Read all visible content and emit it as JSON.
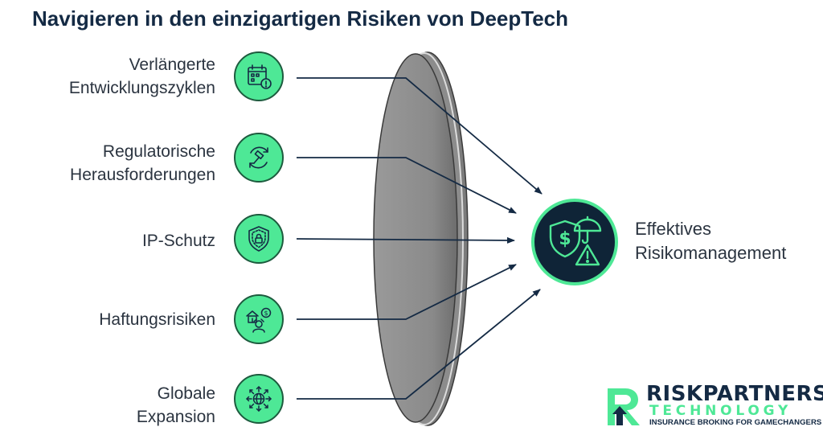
{
  "title": "Navigieren in den einzigartigen Risiken von DeepTech",
  "inputs": [
    {
      "label": "Verlängerte\nEntwicklungszyklen",
      "icon": "calendar-alert-icon"
    },
    {
      "label": "Regulatorische\nHerausforderungen",
      "icon": "gavel-cycle-icon"
    },
    {
      "label": "IP-Schutz",
      "icon": "shield-lock-icon"
    },
    {
      "label": "Haftungsrisiken",
      "icon": "property-liability-icon"
    },
    {
      "label": "Globale\nExpansion",
      "icon": "globe-expansion-icon"
    }
  ],
  "output": {
    "label": "Effektives\nRisikomanagement",
    "icon": "shield-umbrella-warning-icon"
  },
  "colors": {
    "accent": "#4ee896",
    "navy": "#142a44",
    "lens": "#8f8f8f",
    "lines": "#142a44"
  },
  "logo": {
    "name": "RISKPARTNERS",
    "sub": "TECHNOLOGY",
    "tagline": "INSURANCE BROKING FOR GAMECHANGERS"
  }
}
